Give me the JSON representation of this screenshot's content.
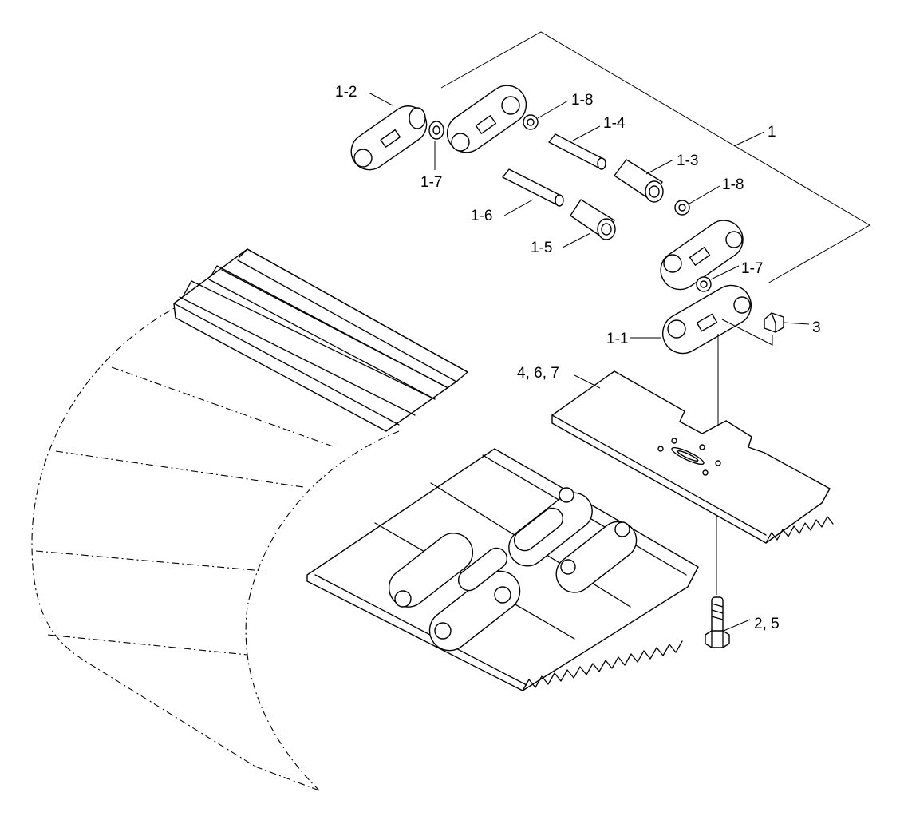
{
  "labels": {
    "assembly": "1",
    "link_left_outer": "1-2",
    "seal_a": "1-7",
    "seal_b": "1-8",
    "pin_upper": "1-4",
    "bushing_upper": "1-3",
    "seal_c": "1-8",
    "pin_lower": "1-6",
    "bushing_lower": "1-5",
    "seal_d": "1-7",
    "link_right": "1-1",
    "nut": "3",
    "shoe": "4, 6, 7",
    "bolt": "2, 5"
  }
}
